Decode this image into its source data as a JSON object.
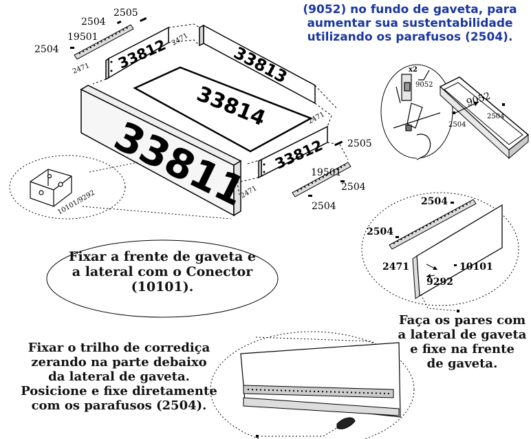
{
  "colors": {
    "instruction_blue": "#1a36a0",
    "ink": "#000000"
  },
  "top_note": {
    "lines": [
      "(9052) no fundo de gaveta, para",
      "aumentar sua sustentabilidade",
      "utilizando os parafusos (2504)."
    ]
  },
  "parts": {
    "front": "33811",
    "back": "33813",
    "bottom": "33814",
    "side_left": "33812",
    "side_right": "33812"
  },
  "hardware": {
    "screw_a": "2504",
    "screw_b": "2505",
    "slide": "19501",
    "dowel": "2471",
    "connector_pair": "10101/9292",
    "connector": "10101",
    "connector_part": "9292",
    "bracket": "9052",
    "quantity": "x2"
  },
  "notes": {
    "front_connector": [
      "Fixar a frente de gaveta e",
      "a lateral com o Conector",
      "(10101)."
    ],
    "pairs": [
      "Faça os pares com",
      "a lateral de gaveta",
      "e fixe na frente",
      "de gaveta."
    ],
    "slide": [
      "Fixar o trilho de corrediça",
      "zerando na parte debaixo",
      "da lateral de gaveta.",
      "Posicione e fixe diretamente",
      "com os parafusos (2504)."
    ]
  }
}
